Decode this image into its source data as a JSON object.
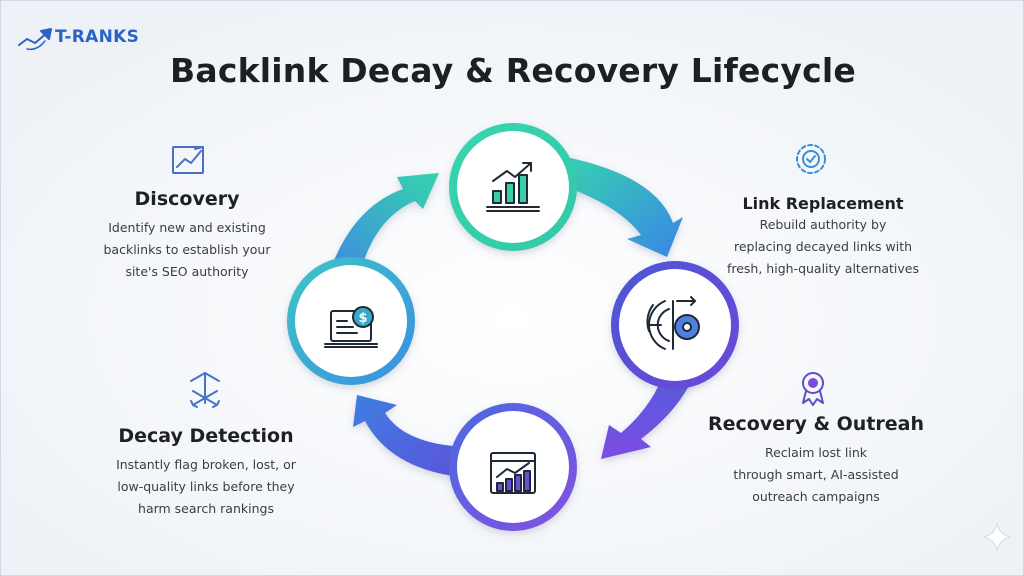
{
  "brand": {
    "name": "T-RANKS"
  },
  "title": "Backlink Decay & Recovery Lifecycle",
  "colors": {
    "teal": "#37d3ad",
    "blue": "#3a8ae8",
    "indigo": "#4a57d6",
    "purple": "#7a4be0",
    "text": "#1e2026",
    "brand": "#2a62c8"
  },
  "stages": {
    "discovery": {
      "title": "Discovery",
      "lines": [
        "Identify new and existing",
        "backlinks to establish your",
        "site's SEO authority"
      ],
      "icon": "trend-chart-icon"
    },
    "replacement": {
      "title": "Link Replacement",
      "lines": [
        "Rebuild authority by",
        "replacing decayed links with",
        "fresh, high-quality alternatives"
      ],
      "icon": "gear-refresh-icon"
    },
    "recovery": {
      "title": "Recovery & Outreah",
      "lines": [
        "Reclaim lost link",
        "through smart, AI-assisted",
        "outreach campaigns"
      ],
      "icon": "award-ribbon-icon"
    },
    "decay": {
      "title": "Decay Detection",
      "lines": [
        "Instantly flag broken, lost, or",
        "low-quality links before they",
        "harm search rankings"
      ],
      "icon": "network-arrows-icon"
    }
  },
  "nodes": [
    {
      "name": "top",
      "icon": "bar-growth-icon"
    },
    {
      "name": "right",
      "icon": "target-radar-icon"
    },
    {
      "name": "bottom",
      "icon": "analytics-monitor-icon"
    },
    {
      "name": "left",
      "icon": "laptop-dollar-icon"
    }
  ]
}
